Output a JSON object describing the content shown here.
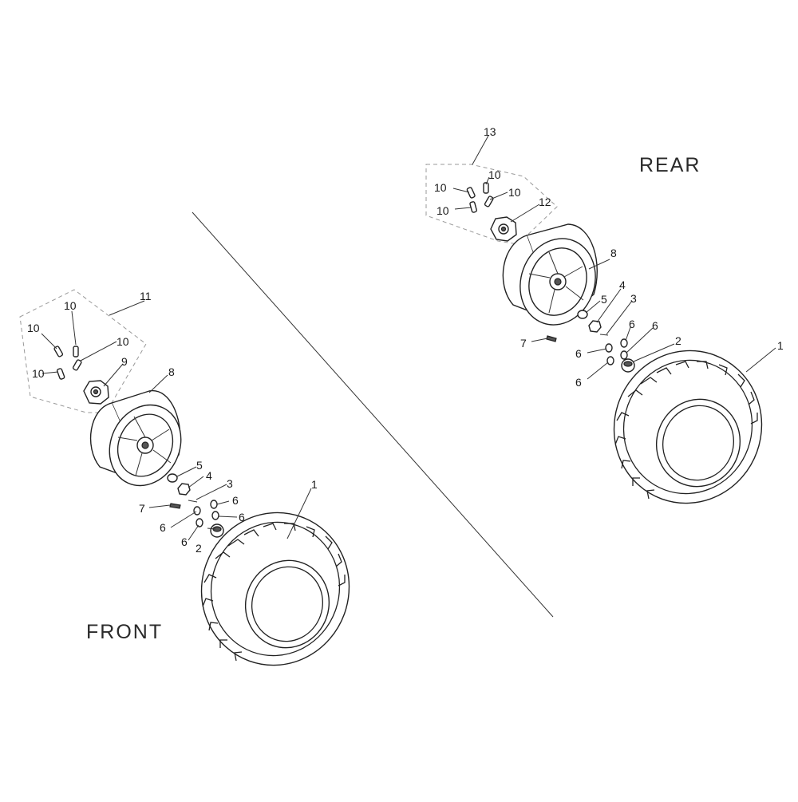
{
  "sections": {
    "front": "FRONT",
    "rear": "REAR"
  },
  "callouts": {
    "front": {
      "c1": "1",
      "c2": "2",
      "c3": "3",
      "c4": "4",
      "c5": "5",
      "c6a": "6",
      "c6b": "6",
      "c6c": "6",
      "c6d": "6",
      "c7": "7",
      "c8": "8",
      "c9": "9",
      "c10a": "10",
      "c10b": "10",
      "c10c": "10",
      "c10d": "10",
      "c11": "11"
    },
    "rear": {
      "c1": "1",
      "c2": "2",
      "c3": "3",
      "c4": "4",
      "c5": "5",
      "c6a": "6",
      "c6b": "6",
      "c6c": "6",
      "c6d": "6",
      "c7": "7",
      "c8": "8",
      "c10a": "10",
      "c10b": "10",
      "c10c": "10",
      "c10d": "10",
      "c12": "12",
      "c13": "13"
    }
  }
}
